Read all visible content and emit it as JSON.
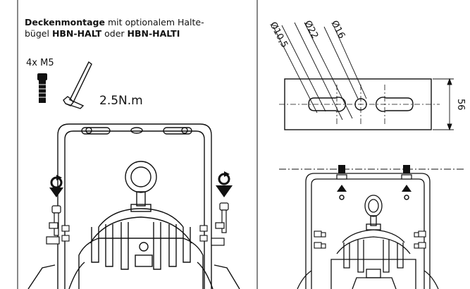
{
  "caption": {
    "bold1": "Deckenmontage",
    "text1": " mit optionalem Halte-",
    "text2": "bügel ",
    "bold2": "HBN-HALT",
    "text3": " oder ",
    "bold3": "HBN-HALTI"
  },
  "screws": {
    "label": "4x M5",
    "torque": "2.5N.m"
  },
  "dimensions": {
    "d1": "Ø10,5",
    "d2": "Ø22",
    "d3": "Ø16",
    "height": "56"
  },
  "colors": {
    "line": "#111111",
    "background": "#ffffff"
  }
}
